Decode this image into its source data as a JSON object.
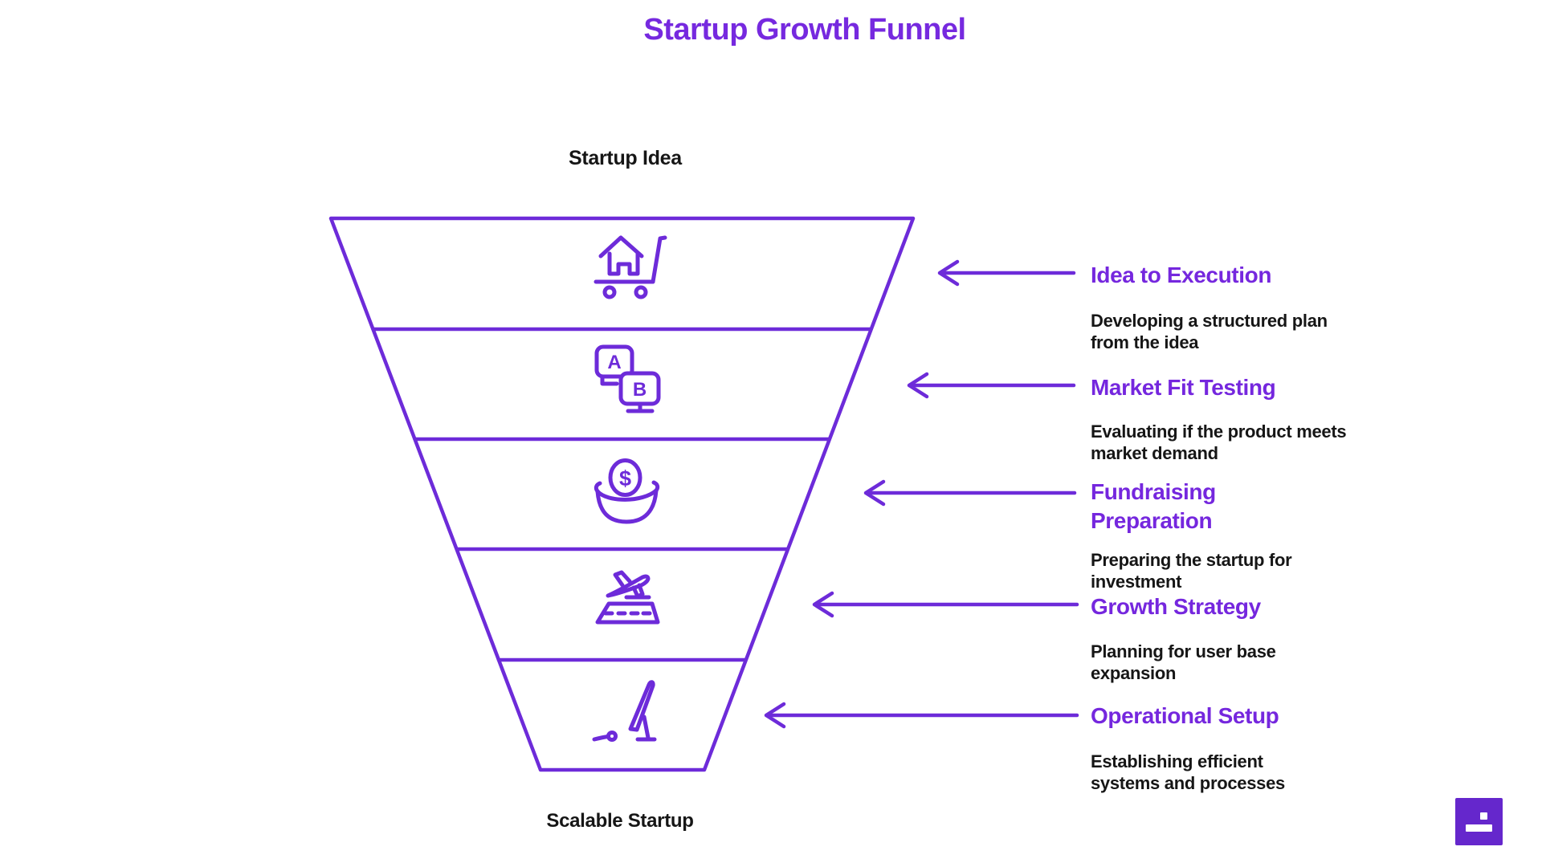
{
  "title": "Startup Growth Funnel",
  "funnel": {
    "top_label": "Startup Idea",
    "bottom_label": "Scalable Startup"
  },
  "stages": [
    {
      "label": "Idea to Execution",
      "description": "Developing a structured plan from the idea",
      "icon": "house-cart-icon"
    },
    {
      "label": "Market Fit Testing",
      "description": "Evaluating if the product meets market demand",
      "icon": "ab-testing-monitors-icon"
    },
    {
      "label": "Fundraising Preparation",
      "description": "Preparing the startup for investment",
      "icon": "coin-bowl-icon"
    },
    {
      "label": "Growth Strategy",
      "description": "Planning for user base expansion",
      "icon": "plane-takeoff-icon"
    },
    {
      "label": "Operational Setup",
      "description": "Establishing efficient systems and processes",
      "icon": "workstation-icon"
    }
  ],
  "glyphs": {
    "a": "A",
    "b": "B",
    "dollar": "$"
  },
  "colors": {
    "accent_text": "#7527DE",
    "title_text": "#7629DF",
    "stroke": "#6D2BD9",
    "heading_text": "#161616",
    "logo_background": "#6527CC",
    "background": "#FFFFFF"
  }
}
